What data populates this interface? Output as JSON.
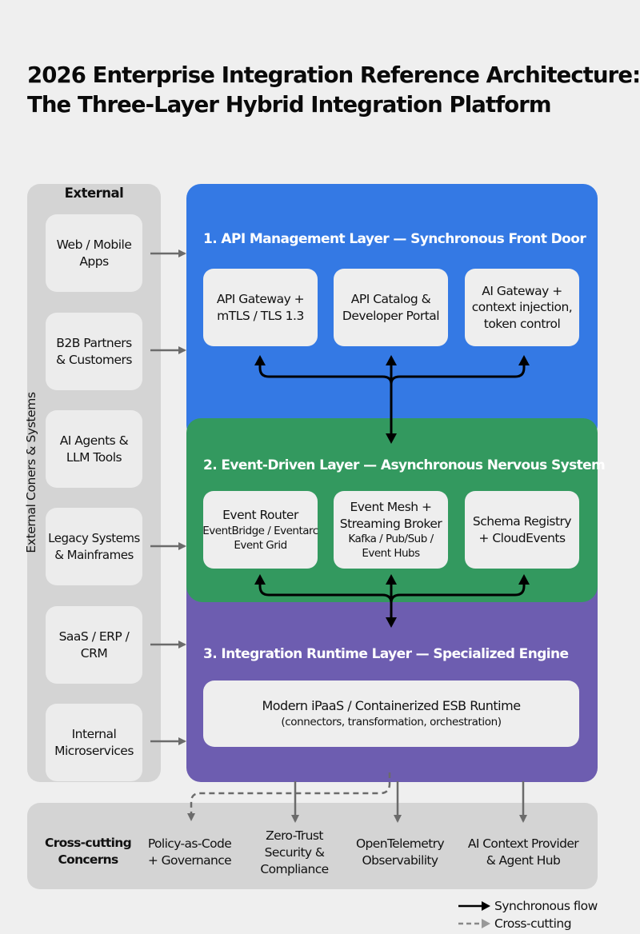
{
  "title": {
    "line1": "2026 Enterprise Integration Reference Architecture:",
    "line2": "The Three-Layer Hybrid Integration Platform"
  },
  "external": {
    "heading": "External",
    "vertical_label": "External Coners & Systems",
    "items": [
      {
        "line1": "Web / Mobile",
        "line2": "Apps"
      },
      {
        "line1": "B2B Partners",
        "line2": "& Customers"
      },
      {
        "line1": "AI Agents &",
        "line2": "LLM Tools"
      },
      {
        "line1": "Legacy Systems",
        "line2": "& Mainframes"
      },
      {
        "line1": "SaaS / ERP /",
        "line2": "CRM"
      },
      {
        "line1": "Internal",
        "line2": "Microservices"
      }
    ]
  },
  "layers": [
    {
      "title": "1. API Management Layer — Synchronous Front Door",
      "color": "#3479e4",
      "components": [
        {
          "lines": [
            "API Gateway +",
            "mTLS / TLS 1.3"
          ],
          "sub": []
        },
        {
          "lines": [
            "API Catalog &",
            "Developer Portal"
          ],
          "sub": []
        },
        {
          "lines": [
            "AI Gateway +",
            "context injection,",
            "token control"
          ],
          "sub": []
        }
      ]
    },
    {
      "title": "2. Event-Driven Layer — Asynchronous Nervous System",
      "color": "#33995f",
      "components": [
        {
          "lines": [
            "Event Router"
          ],
          "sub": [
            "EventBridge / Eventarc",
            "Event Grid"
          ]
        },
        {
          "lines": [
            "Event Mesh +",
            "Streaming Broker"
          ],
          "sub": [
            "Kafka / Pub/Sub /",
            "Event Hubs"
          ]
        },
        {
          "lines": [
            "Schema Registry",
            "+ CloudEvents"
          ],
          "sub": []
        }
      ]
    },
    {
      "title": "3. Integration Runtime Layer — Specialized Engine",
      "color": "#6d5db0",
      "components": [
        {
          "lines": [
            "Modern iPaaS / Containerized ESB Runtime"
          ],
          "sub": [
            "(connectors, transformation, orchestration)"
          ]
        }
      ]
    }
  ],
  "cross_cutting": {
    "heading": {
      "line1": "Cross-cutting",
      "line2": "Concerns"
    },
    "items": [
      {
        "lines": [
          "Policy-as-Code",
          "+ Governance"
        ]
      },
      {
        "lines": [
          "Zero-Trust",
          "Security &",
          "Compliance"
        ]
      },
      {
        "lines": [
          "OpenTelemetry",
          "Observability"
        ]
      },
      {
        "lines": [
          "AI Context Provider",
          "& Agent Hub"
        ]
      }
    ]
  },
  "legend": {
    "items": [
      {
        "label": "Synchronous flow",
        "style": "solid"
      },
      {
        "label": "Cross-cutting",
        "style": "dashed"
      }
    ]
  },
  "colors": {
    "background": "#efefef",
    "panel": "#d4d4d4",
    "card": "#eeeeee",
    "arrow_gray": "#6b6b6b",
    "arrow_black": "#000000"
  }
}
